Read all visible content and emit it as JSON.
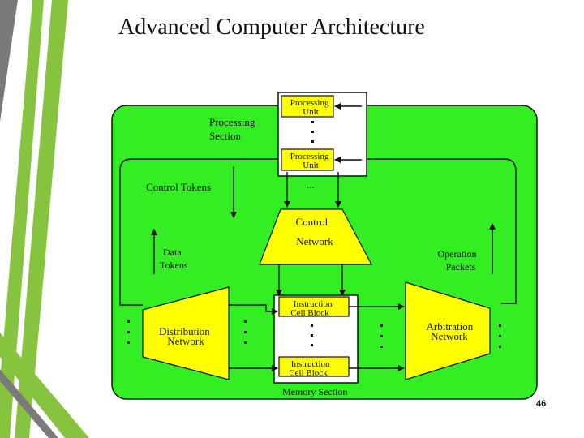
{
  "slide": {
    "title": "Advanced Computer Architecture",
    "page_number": "46"
  },
  "colors": {
    "background": "#ffffff",
    "panel_green": "#33ee22",
    "unit_yellow": "#ffff00",
    "stroke": "#111111",
    "deco_green": "#86c440",
    "deco_gray": "#7a7a7a"
  },
  "diagram": {
    "processing_section_label": [
      "Processing",
      "Section"
    ],
    "processing_unit_label": [
      "Processing",
      "Unit"
    ],
    "control_tokens_label": "Control Tokens",
    "ellipsis": "...",
    "control_network_label": [
      "Control",
      "Network"
    ],
    "data_tokens_label": [
      "Data",
      "Tokens"
    ],
    "operation_packets_label": [
      "Operation",
      "Packets"
    ],
    "instruction_cell_block_label": [
      "Instruction",
      "Cell Block"
    ],
    "distribution_network_label": [
      "Distribution",
      "Network"
    ],
    "arbitration_network_label": [
      "Arbitration",
      "Network"
    ],
    "memory_section_label": "Memory Section"
  }
}
